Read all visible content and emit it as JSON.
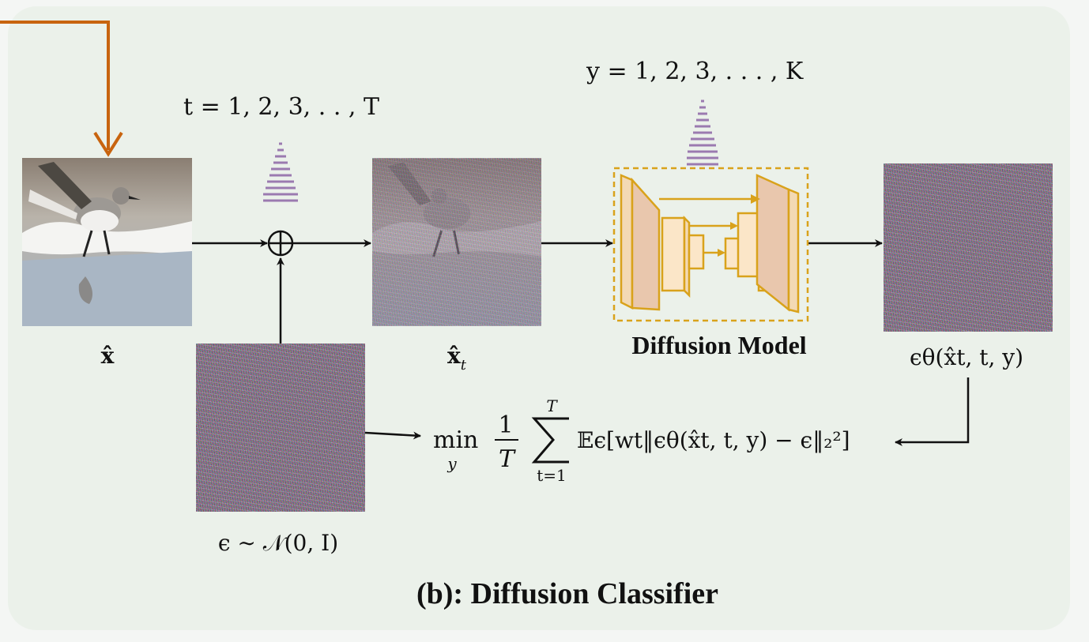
{
  "diagram": {
    "caption": "(b): Diffusion Classifier",
    "model_label": "Diffusion Model",
    "timestep_range": "t = 1, 2, 3, . . , T",
    "class_range": "y = 1, 2, 3, . . . , K",
    "input_label": "x̂",
    "noisy_label": "x̂",
    "noisy_sub": "t",
    "noise_label": "ϵ ∼ 𝒩(0, I)",
    "output_label": "ϵθ(x̂t, t, y)",
    "objective": {
      "min": "min",
      "min_sub": "y",
      "frac_num": "1",
      "frac_den": "T",
      "sum_top": "T",
      "sum_bottom": "t=1",
      "body": "𝔼ϵ[wt‖ϵθ(x̂t, t, y) − ϵ‖₂²]"
    },
    "icons": {
      "add": "circle-plus-icon",
      "input_image": "bird-photo",
      "noise": "gaussian-noise",
      "unet": "unet-icon"
    },
    "colors": {
      "panel": "#ebf1ea",
      "feedback_arrow": "#c8640f",
      "unet_outline": "#d9a21b",
      "unet_fill": "#f3d9b4",
      "stripes": "#9b7ab0"
    }
  }
}
